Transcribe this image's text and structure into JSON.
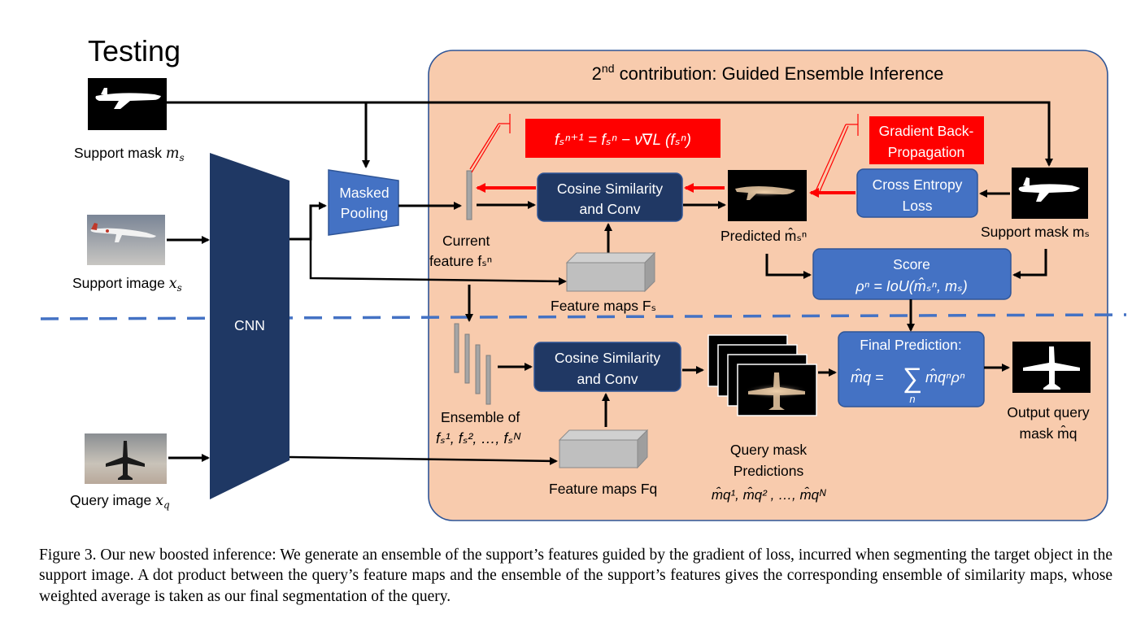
{
  "title": "Testing",
  "panel": {
    "title_prefix": "2",
    "title_sup": "nd",
    "title_rest": " contribution: Guided Ensemble Inference"
  },
  "left": {
    "support_mask_label": "Support mask",
    "support_mask_var": "m",
    "support_mask_sub": "s",
    "support_image_label": "Support image",
    "support_image_var": "x",
    "support_image_sub": "s",
    "query_image_label": "Query image",
    "query_image_var": "x",
    "query_image_sub": "q",
    "cnn_label": "CNN"
  },
  "boxes": {
    "masked_pooling_line1": "Masked",
    "masked_pooling_line2": "Pooling",
    "cos_sim_top_line1": "Cosine Similarity",
    "cos_sim_top_line2": "and Conv",
    "cos_sim_bottom_line1": "Cosine Similarity",
    "cos_sim_bottom_line2": "and Conv",
    "cross_entropy_line1": "Cross Entropy",
    "cross_entropy_line2": "Loss",
    "score_title": "Score",
    "score_formula": "ρⁿ = IoU(m̂ₛⁿ, mₛ)",
    "final_title": "Final Prediction:",
    "final_formula_lhs": "m̂q =",
    "final_formula_sum": "∑",
    "final_formula_rhs": "m̂qⁿρⁿ",
    "final_formula_sub": "n"
  },
  "callouts": {
    "update_rule": "fₛⁿ⁺¹ = fₛⁿ − ν∇L (fₛⁿ)",
    "gradient_line1": "Gradient Back-",
    "gradient_line2": "Propagation"
  },
  "labels": {
    "current_feature_line1": "Current",
    "current_feature_line2": "feature fₛⁿ",
    "feature_maps_s": "Feature maps Fₛ",
    "predicted": "Predicted m̂ₛⁿ",
    "support_mask_right": "Support mask mₛ",
    "ensemble_line1": "Ensemble of",
    "ensemble_line2": "fₛ¹, fₛ², …, fₛᴺ",
    "feature_maps_q": "Feature maps Fq",
    "query_preds_line1": "Query mask",
    "query_preds_line2": "Predictions",
    "query_preds_line3": "m̂q¹, m̂q² , …, m̂qᴺ",
    "output_line1": "Output query",
    "output_line2": "mask m̂q"
  },
  "colors": {
    "panel_fill": "#f8cbad",
    "panel_stroke": "#2f5597",
    "box_blue": "#4472c4",
    "box_navy": "#203864",
    "cnn_navy": "#1f3864",
    "red": "#ff0000",
    "dash_blue": "#4472c4"
  },
  "caption": "Figure 3. Our new boosted inference: We generate an ensemble of the support’s features guided by the gradient of loss, incurred when segmenting the target object in the support image. A dot product between the query’s feature maps and the ensemble of the support’s features gives the corresponding ensemble of similarity maps, whose weighted average is taken as our final segmentation of the query."
}
